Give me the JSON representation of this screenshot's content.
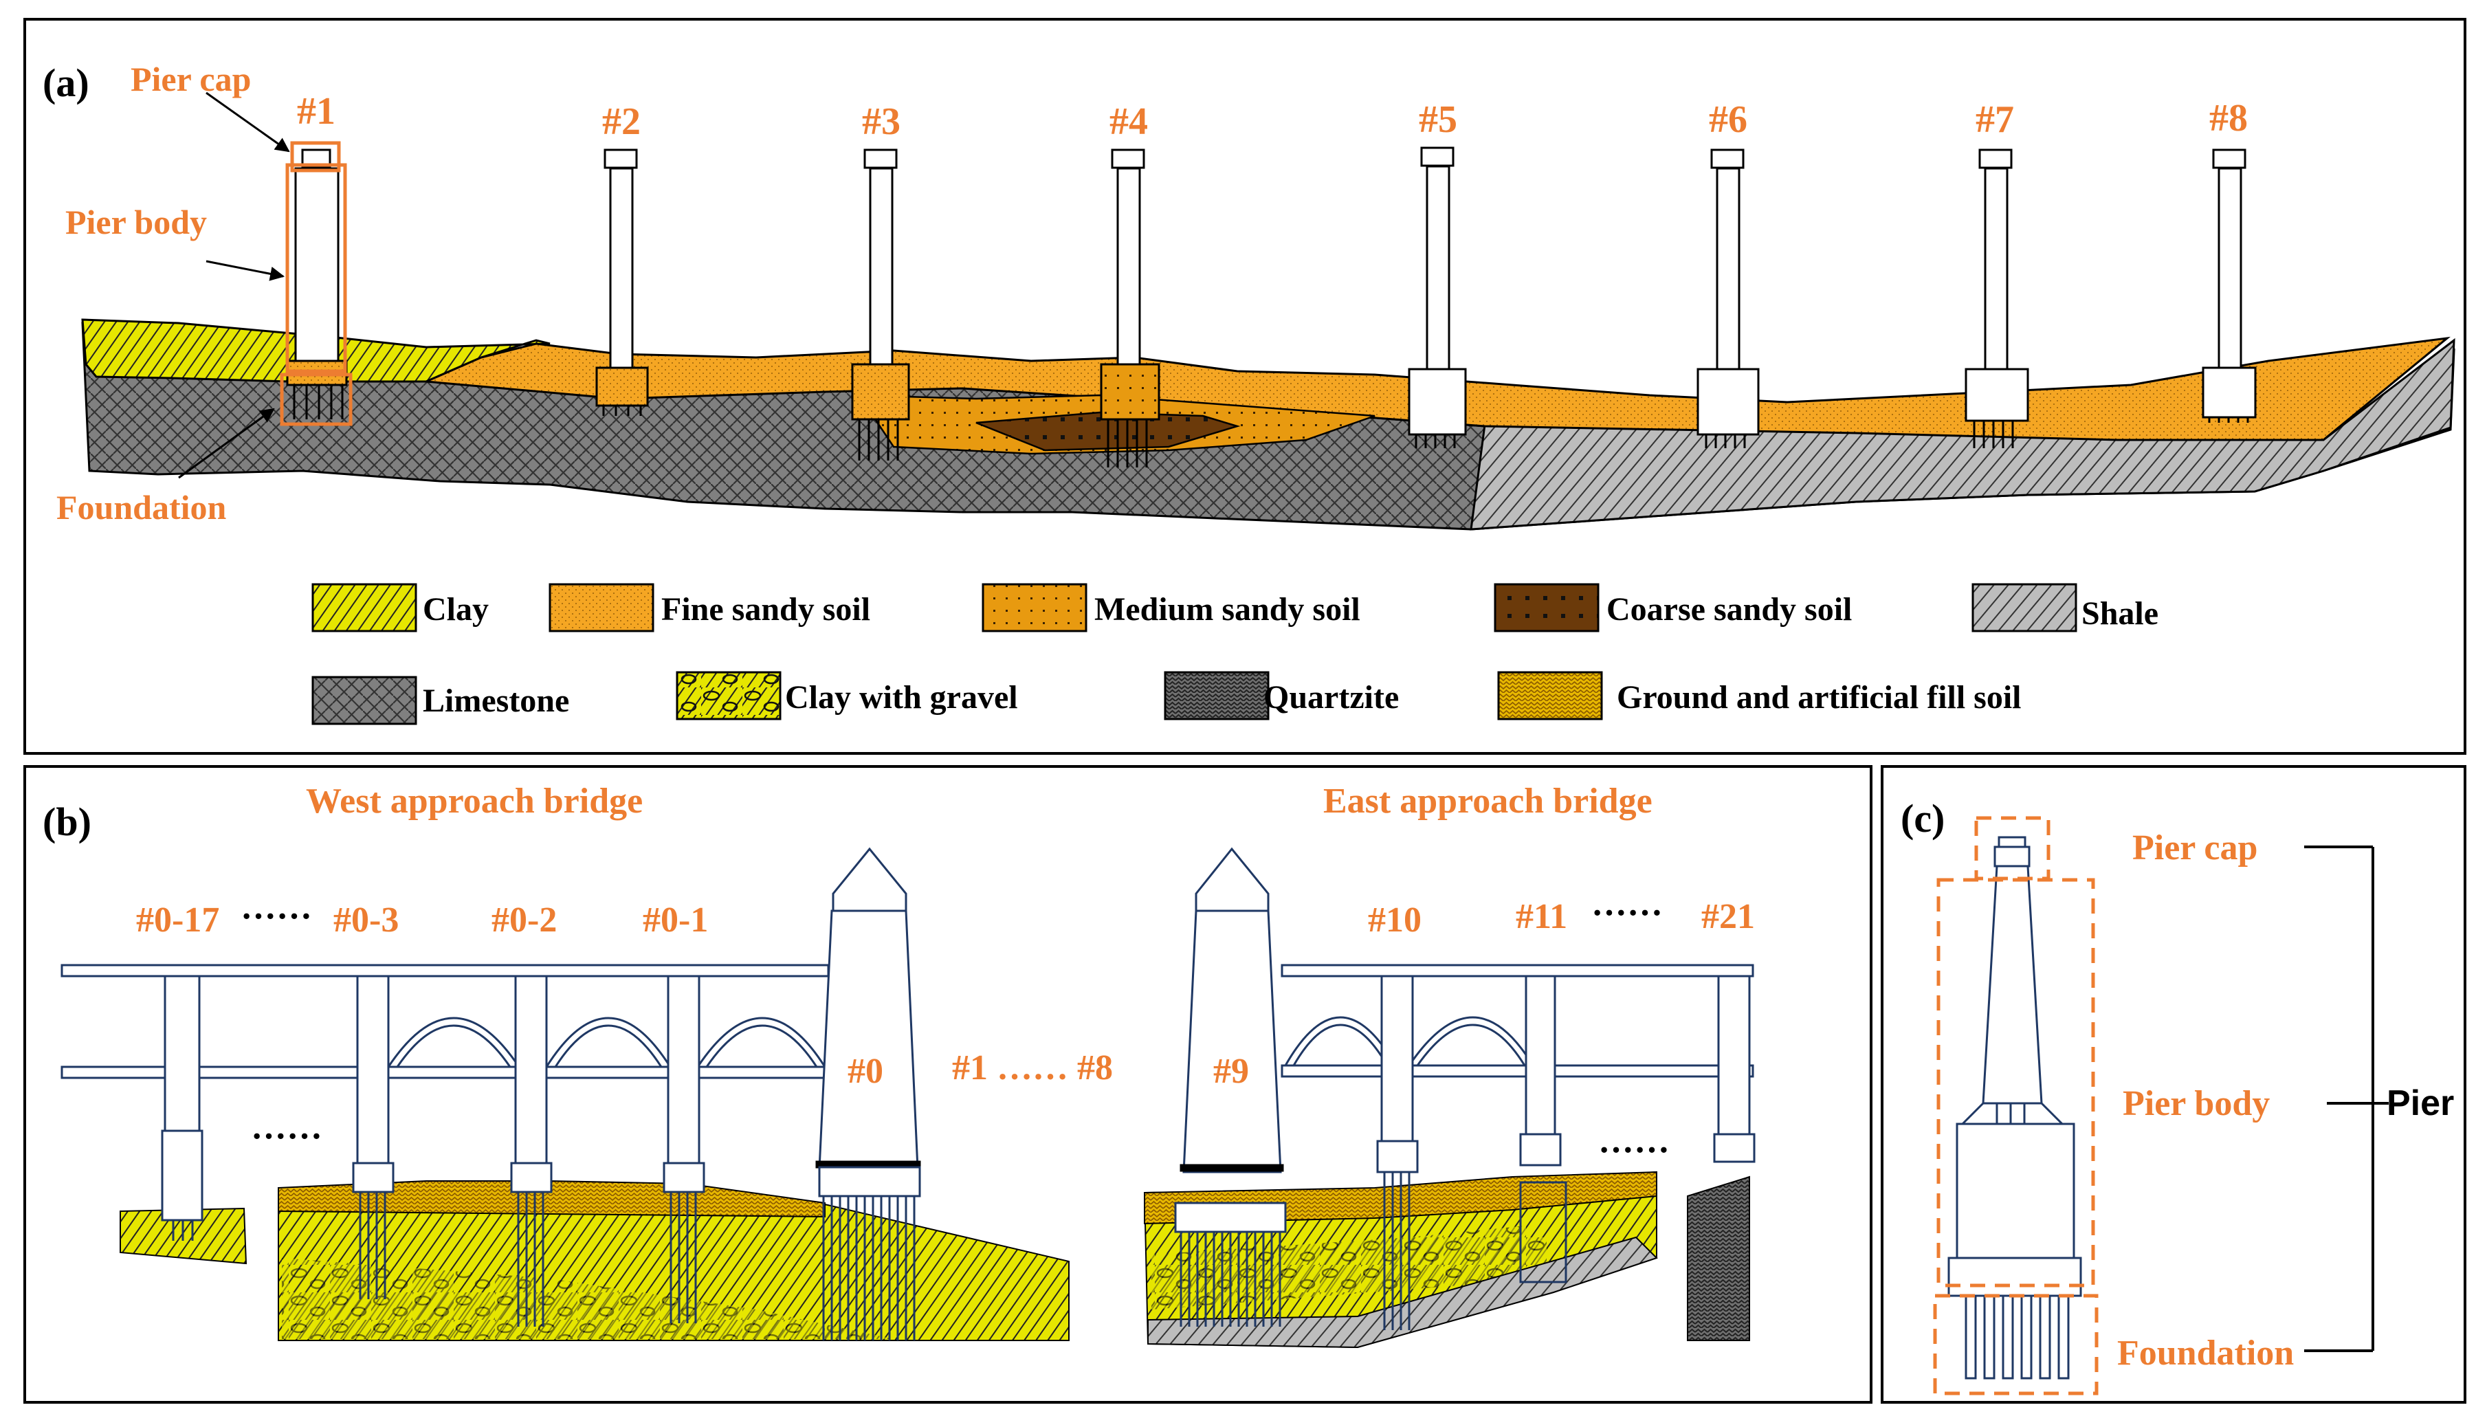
{
  "colors": {
    "accent": "#ED7D31",
    "clay": "#E6E600",
    "fine_sand": "#F5A623",
    "medium_sand": "#E89A10",
    "coarse_sand": "#6B3A0A",
    "shale": "#BDBDBD",
    "limestone": "#808080",
    "quartzite": "#707070",
    "fill_soil": "#E8B800",
    "bridge_blue": "#1F3864"
  },
  "panel_a": {
    "tag": "(a)",
    "callouts": {
      "pier_cap": "Pier cap",
      "pier_body": "Pier body",
      "foundation": "Foundation"
    },
    "piers": [
      {
        "label": "#1"
      },
      {
        "label": "#2"
      },
      {
        "label": "#3"
      },
      {
        "label": "#4"
      },
      {
        "label": "#5"
      },
      {
        "label": "#6"
      },
      {
        "label": "#7"
      },
      {
        "label": "#8"
      }
    ],
    "legend": [
      {
        "label": "Clay",
        "pattern": "clay"
      },
      {
        "label": "Fine sandy soil",
        "pattern": "fine"
      },
      {
        "label": "Medium sandy soil",
        "pattern": "medium"
      },
      {
        "label": "Coarse sandy soil",
        "pattern": "coarse"
      },
      {
        "label": "Shale",
        "pattern": "shale"
      },
      {
        "label": "Limestone",
        "pattern": "lime"
      },
      {
        "label": "Clay with gravel",
        "pattern": "gravel"
      },
      {
        "label": "Quartzite",
        "pattern": "quartz"
      },
      {
        "label": "Ground and artificial fill soil",
        "pattern": "fill"
      }
    ]
  },
  "panel_b": {
    "tag": "(b)",
    "west_title": "West approach bridge",
    "east_title": "East approach bridge",
    "labels": {
      "p017": "#0-17",
      "dots1": "······",
      "p03": "#0-3",
      "p02": "#0-2",
      "p01": "#0-1",
      "p0": "#0",
      "p1to8": "#1 …… #8",
      "p9": "#9",
      "p10": "#10",
      "p11": "#11",
      "dots2": "······",
      "p21": "#21",
      "gap_dots_w": "······",
      "gap_dots_e": "······"
    }
  },
  "panel_c": {
    "tag": "(c)",
    "pier_cap": "Pier cap",
    "pier_body": "Pier body",
    "foundation": "Foundation",
    "pier": "Pier"
  }
}
